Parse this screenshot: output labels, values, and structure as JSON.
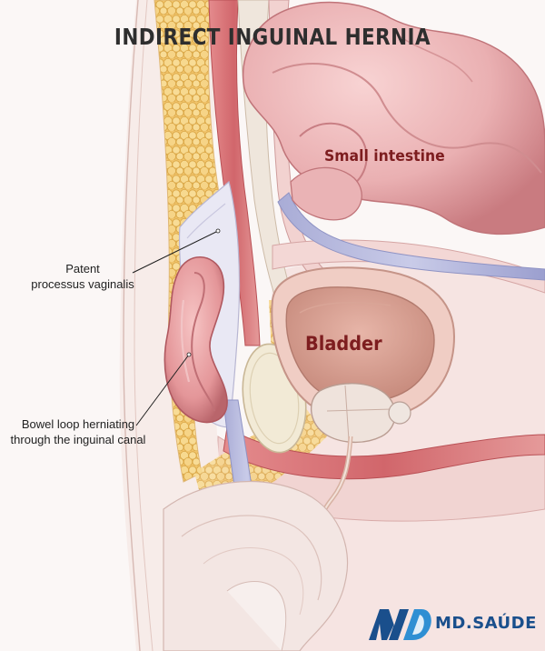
{
  "title": "INDIRECT INGUINAL HERNIA",
  "labels": {
    "small_intestine": "Small intestine",
    "bladder": "Bladder"
  },
  "annotations": {
    "processus_vaginalis": [
      "Patent",
      "processus vaginalis"
    ],
    "bowel_loop": [
      "Bowel loop herniating",
      "through the inguinal canal"
    ]
  },
  "logo": {
    "text": "MD.SAÚDE"
  },
  "colors": {
    "title": "#2e2e2e",
    "organ_label": "#7d1d1f",
    "logo_blue": "#1a4f8c",
    "logo_light": "#2f8fd3"
  }
}
